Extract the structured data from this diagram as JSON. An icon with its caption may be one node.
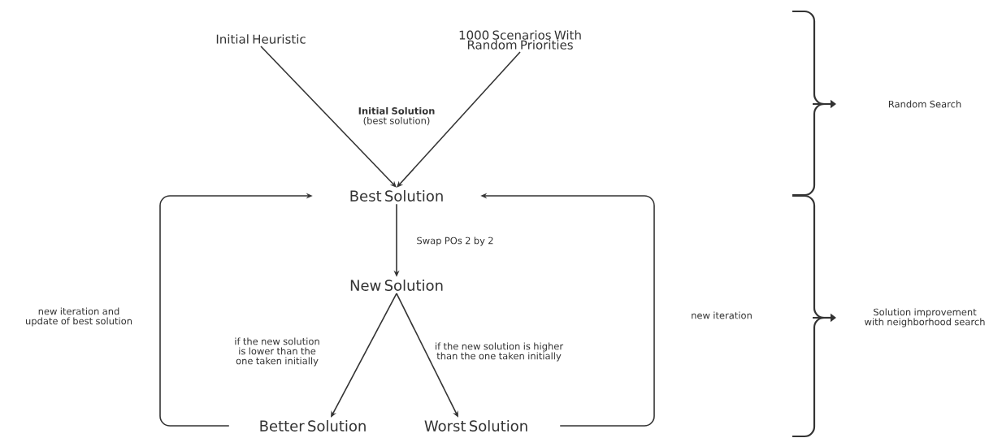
{
  "diagram": {
    "nodes": [
      {
        "text": [
          "Initial Heuristic"
        ]
      },
      {
        "text": [
          "1000 Scenarios With Random Priorities"
        ]
      },
      {
        "text": [
          "Best Solution"
        ]
      },
      {
        "text": [
          "New Solution"
        ]
      },
      {
        "text": [
          "Better Solution"
        ]
      },
      {
        "text": [
          "Worst Solution"
        ]
      }
    ],
    "edges": [
      {
        "from": 0,
        "to": 2,
        "arrow": "to"
      },
      {
        "from": 1,
        "to": 2,
        "arrow": "to"
      },
      {
        "from": 2,
        "to": 3,
        "arrow": "to",
        "label": "Swap POs 2 by 2"
      },
      {
        "from": 3,
        "to": 4,
        "arrow": "to",
        "label": "if the new solution is lower than the one taken initially"
      },
      {
        "from": 3,
        "to": 5,
        "arrow": "to",
        "label": "if the new solution is higher than the one taken initially"
      },
      {
        "from": 4,
        "to": 2,
        "arrow": "to",
        "label": "new iteration and update of best solution"
      },
      {
        "from": 5,
        "to": 2,
        "arrow": "to",
        "label": "new iteration"
      }
    ],
    "labels": [
      "**Initial Solution** (best solution)",
      "Random Search",
      "Solution improvement with neighborhood search"
    ]
  }
}
